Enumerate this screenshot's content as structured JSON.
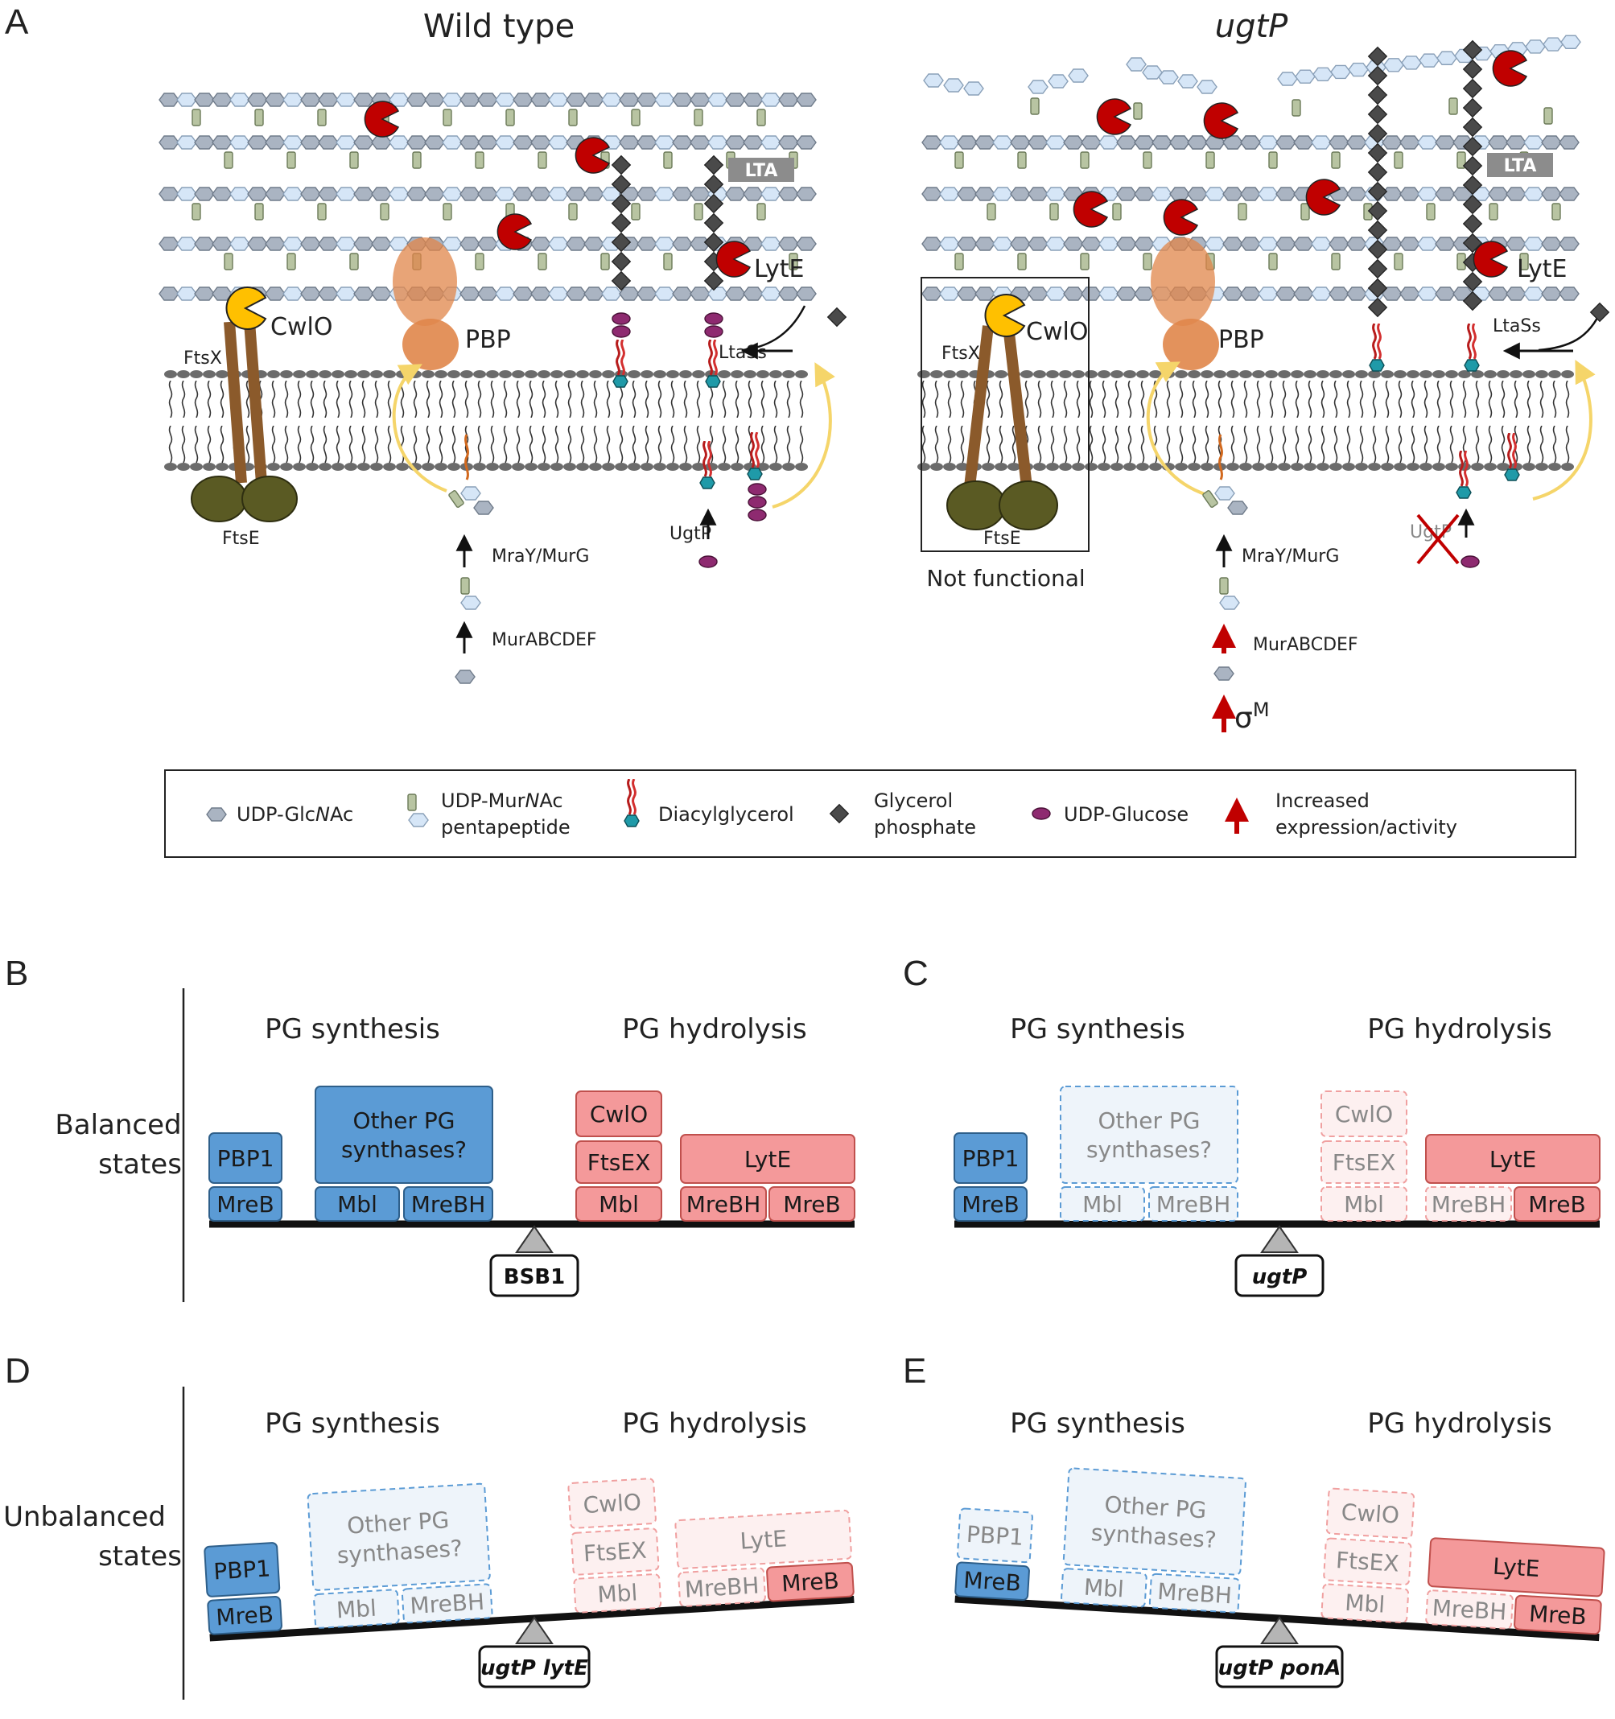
{
  "panel_letters": {
    "a": "A",
    "b": "B",
    "c": "C",
    "d": "D",
    "e": "E"
  },
  "panelA": {
    "wild_title": "Wild type",
    "mutant_title": "ugtP",
    "lta_label": "LTA",
    "lyte_label": "LytE",
    "cwlo_label": "CwlO",
    "ftsx_label": "FtsX",
    "ftse_label": "FtsE",
    "pbp_label": "PBP",
    "ltass_label": "LtaSs",
    "ugtp_label": "UgtP",
    "mray_label": "MraY/MurG",
    "mur_label": "MurABCDEF",
    "sigma_label": "σ",
    "sigma_sup": "M",
    "not_functional": "Not functional"
  },
  "legend": {
    "glcnac": "UDP-Glc",
    "glcnac_it": "N",
    "glcnac_end": "Ac",
    "murnac_1a": "UDP-Mur",
    "murnac_1b": "N",
    "murnac_1c": "Ac",
    "murnac_2": "pentapeptide",
    "dag": "Diacylglycerol",
    "gp_1": "Glycerol",
    "gp_2": "phosphate",
    "glucose": "UDP-Glucose",
    "inc_1": "Increased",
    "inc_2": "expression/activity"
  },
  "balance": {
    "synthesis_title": "PG synthesis",
    "hydrolysis_title": "PG hydrolysis",
    "balanced_1": "Balanced",
    "balanced_2": "states",
    "unbalanced_1": "Unbalanced",
    "unbalanced_2": "states",
    "pbp1": "PBP1",
    "mreb": "MreB",
    "other_1": "Other PG",
    "other_2": "synthases?",
    "mbl": "Mbl",
    "mrebh": "MreBH",
    "cwlo": "CwlO",
    "ftsex": "FtsEX",
    "lyte": "LytE",
    "strain_b": "BSB1",
    "strain_c": "ugtP",
    "strain_d": "ugtP lytE",
    "strain_e": "ugtP ponA"
  },
  "colors": {
    "synthesis_fill": "#5b9bd5",
    "synthesis_stroke": "#2e5f8a",
    "hydrolysis_fill": "#f4999a",
    "hydrolysis_stroke": "#c0504d",
    "hydrolase_red": "#c00000",
    "cwlo_yellow": "#ffc000",
    "pbp_orange": "#e0864a",
    "ftse_olive": "#5a5a23",
    "ftsx_brown": "#8b5a2b"
  }
}
